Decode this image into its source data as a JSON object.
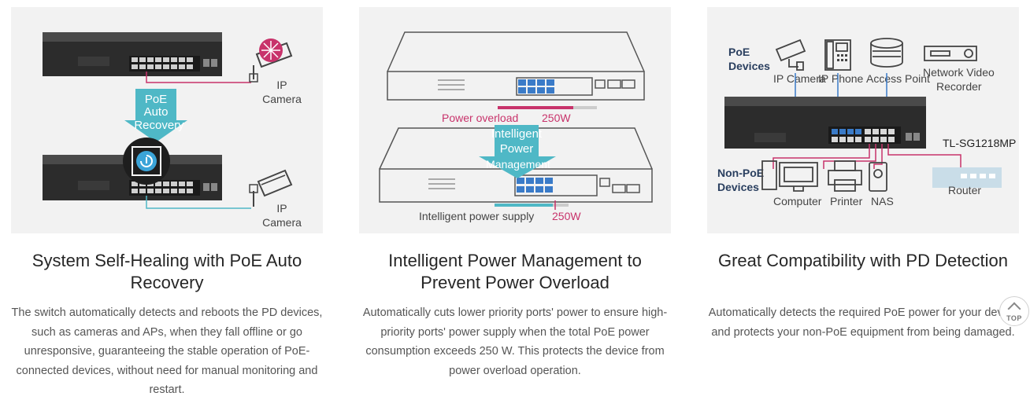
{
  "features": [
    {
      "title": "System Self-Healing with PoE Auto Recovery",
      "description": "The switch automatically detects and reboots the PD devices, such as cameras and APs, when they fall offline or go unresponsive, guaranteeing the stable operation of PoE-connected devices, without need for manual monitoring and restart.",
      "diagram": {
        "camera_label_top_1": "IP",
        "camera_label_top_2": "Camera",
        "camera_label_bottom_1": "IP",
        "camera_label_bottom_2": "Camera",
        "arrow_label_1": "PoE",
        "arrow_label_2": "Auto",
        "arrow_label_3": "Recovery"
      }
    },
    {
      "title": "Intelligent Power Management to Prevent Power Overload",
      "description": "Automatically cuts lower priority ports' power to ensure high-priority ports' power supply when the total PoE power consumption exceeds 250 W. This protects the device from power overload operation.",
      "diagram": {
        "overload_label": "Power overload",
        "overload_value": "250W",
        "arrow_label_1": "Intelligent",
        "arrow_label_2": "Power",
        "arrow_label_3": "Management",
        "supply_label": "Intelligent power supply",
        "supply_value": "250W"
      }
    },
    {
      "title": "Great Compatibility with PD Detection",
      "description": "Automatically detects the required PoE power for your device and protects your non-PoE equipment from being damaged.",
      "diagram": {
        "poe_devices_1": "PoE",
        "poe_devices_2": "Devices",
        "ip_camera": "IP Camera",
        "ip_phone": "IP Phone",
        "access_point": "Access Point",
        "nvr_1": "Network Video",
        "nvr_2": "Recorder",
        "model": "TL-SG1218MP",
        "non_poe_1": "Non-PoE",
        "non_poe_2": "Devices",
        "computer": "Computer",
        "printer": "Printer",
        "nas": "NAS",
        "router": "Router"
      }
    }
  ],
  "top_button": {
    "label": "TOP"
  },
  "colors": {
    "accent": "#c8336b",
    "poe_blue": "#3a7bc8",
    "arrow": "#4fb8c6"
  }
}
